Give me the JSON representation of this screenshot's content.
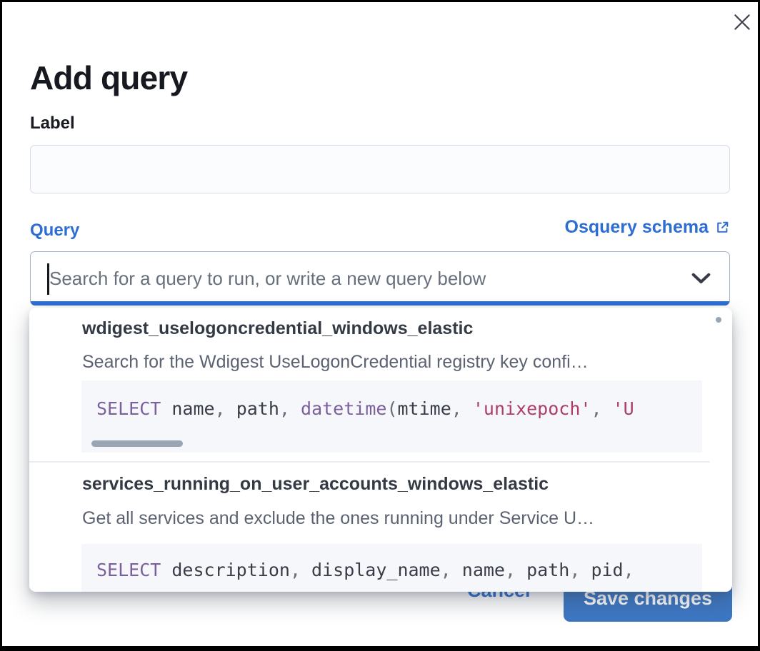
{
  "modal": {
    "title": "Add query",
    "close_icon": "close-icon"
  },
  "label_field": {
    "label": "Label",
    "value": "",
    "placeholder": ""
  },
  "query_field": {
    "label": "Query",
    "schema_link": {
      "text": "Osquery schema",
      "icon": "external-link-icon"
    },
    "combobox": {
      "value": "",
      "placeholder": "Search for a query to run, or write a new query below",
      "chevron_icon": "chevron-down-icon"
    }
  },
  "dropdown": {
    "options": [
      {
        "title": "wdigest_uselogoncredential_windows_elastic",
        "description": "Search for the Wdigest UseLogonCredential registry key confi…",
        "sql_tokens": [
          {
            "t": "SELECT",
            "c": "kw"
          },
          {
            "t": " name",
            "c": "id"
          },
          {
            "t": ", ",
            "c": "pu"
          },
          {
            "t": "path",
            "c": "id"
          },
          {
            "t": ", ",
            "c": "pu"
          },
          {
            "t": "datetime",
            "c": "kw"
          },
          {
            "t": "(",
            "c": "pu"
          },
          {
            "t": "mtime",
            "c": "id"
          },
          {
            "t": ", ",
            "c": "pu"
          },
          {
            "t": "'unixepoch'",
            "c": "st"
          },
          {
            "t": ", ",
            "c": "pu"
          },
          {
            "t": "'U",
            "c": "st"
          }
        ],
        "has_horizontal_scrollbar": true
      },
      {
        "title": "services_running_on_user_accounts_windows_elastic",
        "description": "Get all services and exclude the ones running under Service U…",
        "sql_tokens": [
          {
            "t": "SELECT",
            "c": "kw"
          },
          {
            "t": " description",
            "c": "id"
          },
          {
            "t": ", ",
            "c": "pu"
          },
          {
            "t": "display_name",
            "c": "id"
          },
          {
            "t": ", ",
            "c": "pu"
          },
          {
            "t": "name",
            "c": "id"
          },
          {
            "t": ", ",
            "c": "pu"
          },
          {
            "t": "path",
            "c": "id"
          },
          {
            "t": ", ",
            "c": "pu"
          },
          {
            "t": "pid",
            "c": "id"
          },
          {
            "t": ",",
            "c": "pu"
          }
        ],
        "has_horizontal_scrollbar": false
      }
    ]
  },
  "footer": {
    "cancel_label": "Cancel",
    "save_label": "Save changes"
  },
  "colors": {
    "primary": "#2E6ED3",
    "button_fill": "#3D77C3",
    "heading": "#16191F",
    "option_title": "#343A44",
    "description": "#5B6271",
    "placeholder": "#68707E",
    "keyword": "#7C609E",
    "string": "#AE3E63",
    "punctuation": "#69707D",
    "code_text": "#383D47",
    "code_bg": "#F5F7FA",
    "divider": "#E9EDF4",
    "scrollbar": "#9AA5B3",
    "input_border": "#A6B3C6",
    "field_border": "#D5DCE7",
    "field_bg": "#FBFCFD",
    "icon_dark": "#3F4450"
  }
}
